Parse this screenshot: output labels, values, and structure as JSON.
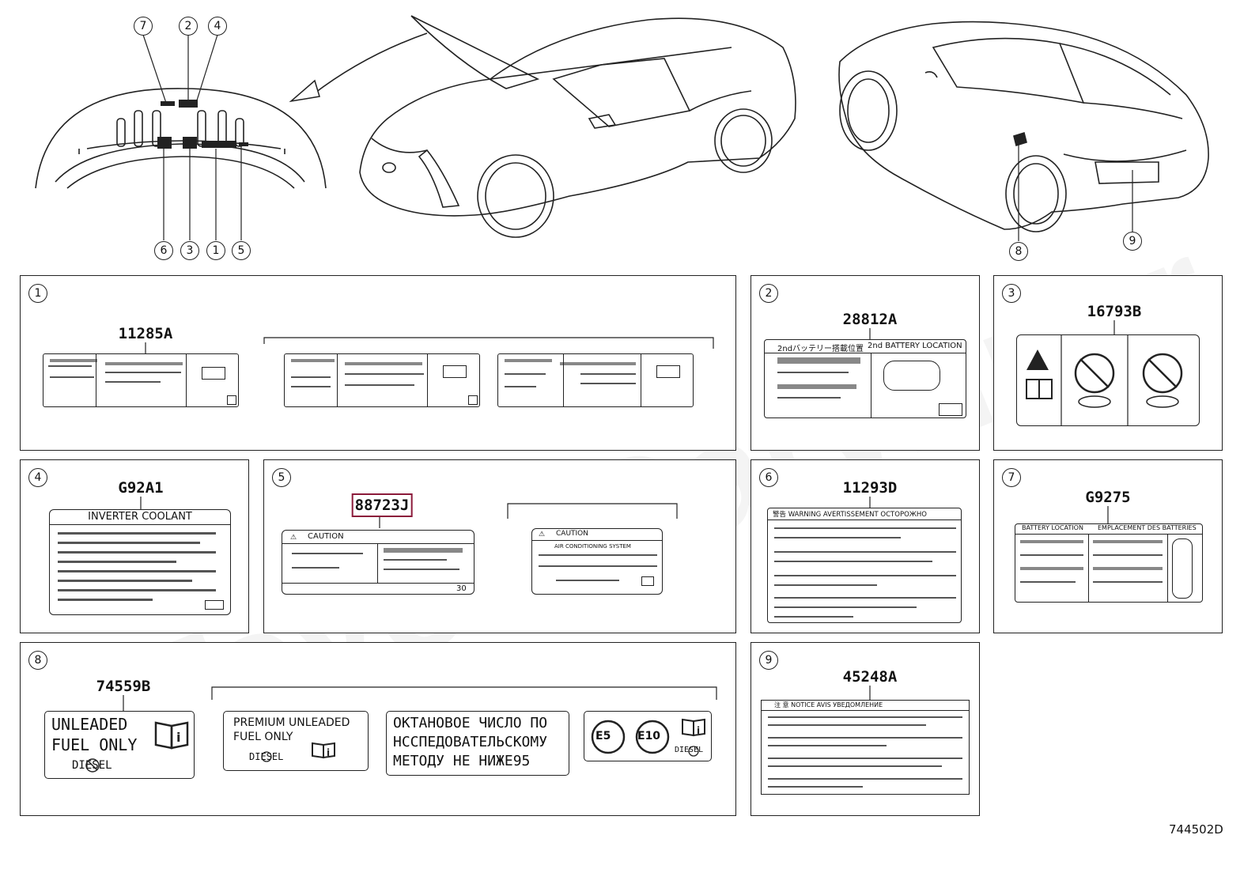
{
  "diagram_id": "744502D",
  "watermark": "ToyotaCarWiner",
  "top_callouts": {
    "dash": [
      "7",
      "2",
      "4",
      "6",
      "3",
      "1",
      "5"
    ],
    "rear": [
      "8",
      "9"
    ]
  },
  "panels": [
    {
      "num": "1",
      "part": "11285A"
    },
    {
      "num": "2",
      "part": "28812A",
      "header_left": "2ndバッテリー搭載位置",
      "header_right": "2nd BATTERY LOCATION"
    },
    {
      "num": "3",
      "part": "16793B"
    },
    {
      "num": "4",
      "part": "G92A1",
      "header": "INVERTER COOLANT"
    },
    {
      "num": "5",
      "part": "88723J",
      "header_a": "CAUTION",
      "header_b": "CAUTION",
      "sub_b": "AIR CONDITIONING SYSTEM",
      "code": "30"
    },
    {
      "num": "6",
      "part": "11293D",
      "header": "警告 WARNING AVERTISSEMENT ОСТОРОЖНО"
    },
    {
      "num": "7",
      "part": "G9275",
      "header_left": "BATTERY LOCATION",
      "header_right": "EMPLACEMENT DES BATTERIES"
    },
    {
      "num": "8",
      "part": "74559B"
    },
    {
      "num": "9",
      "part": "45248A",
      "header": "注 意 NOTICE AVIS УВЕДОМЛЕНИЕ"
    }
  ],
  "fuel_labels": {
    "label_a_line1": "UNLEADED",
    "label_a_line2": "FUEL ONLY",
    "label_a_diesel": "DIESEL",
    "label_b_line1": "PREMIUM UNLEADED",
    "label_b_line2": "FUEL ONLY",
    "label_b_diesel": "DIESEL",
    "label_c_line1": "ОКТАНОВОЕ ЧИСЛО ПО",
    "label_c_line2": "НССПЕДОВАТЕЛЬСКОМУ",
    "label_c_line3": "МЕТОДУ НЕ НИЖЕ95",
    "e5": "E5",
    "e10": "E10",
    "label_d_diesel": "DIESEL"
  }
}
